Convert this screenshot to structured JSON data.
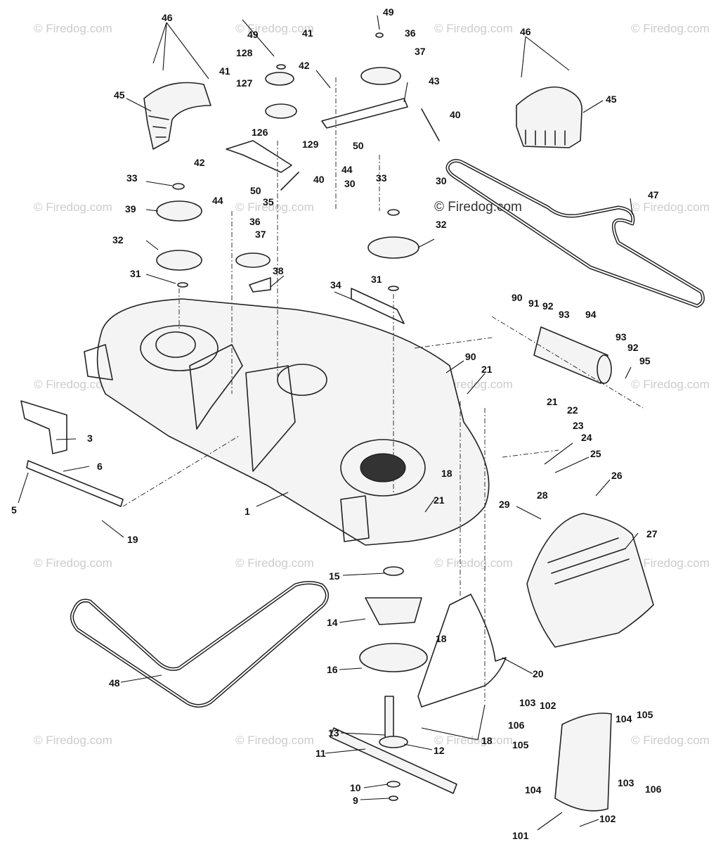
{
  "watermark": "© Firedog.com",
  "brand": "© Firedog.com",
  "callouts": [
    "46",
    "49",
    "41",
    "36",
    "37",
    "128",
    "42",
    "43",
    "45",
    "127",
    "126",
    "129",
    "40",
    "50",
    "44",
    "33",
    "35",
    "30",
    "39",
    "38",
    "32",
    "31",
    "34",
    "90",
    "91",
    "92",
    "93",
    "94",
    "95",
    "47",
    "3",
    "6",
    "5",
    "19",
    "1",
    "21",
    "22",
    "23",
    "24",
    "25",
    "26",
    "28",
    "29",
    "27",
    "15",
    "14",
    "16",
    "13",
    "11",
    "12",
    "10",
    "9",
    "48",
    "18",
    "20",
    "103",
    "102",
    "106",
    "105",
    "104",
    "101"
  ]
}
